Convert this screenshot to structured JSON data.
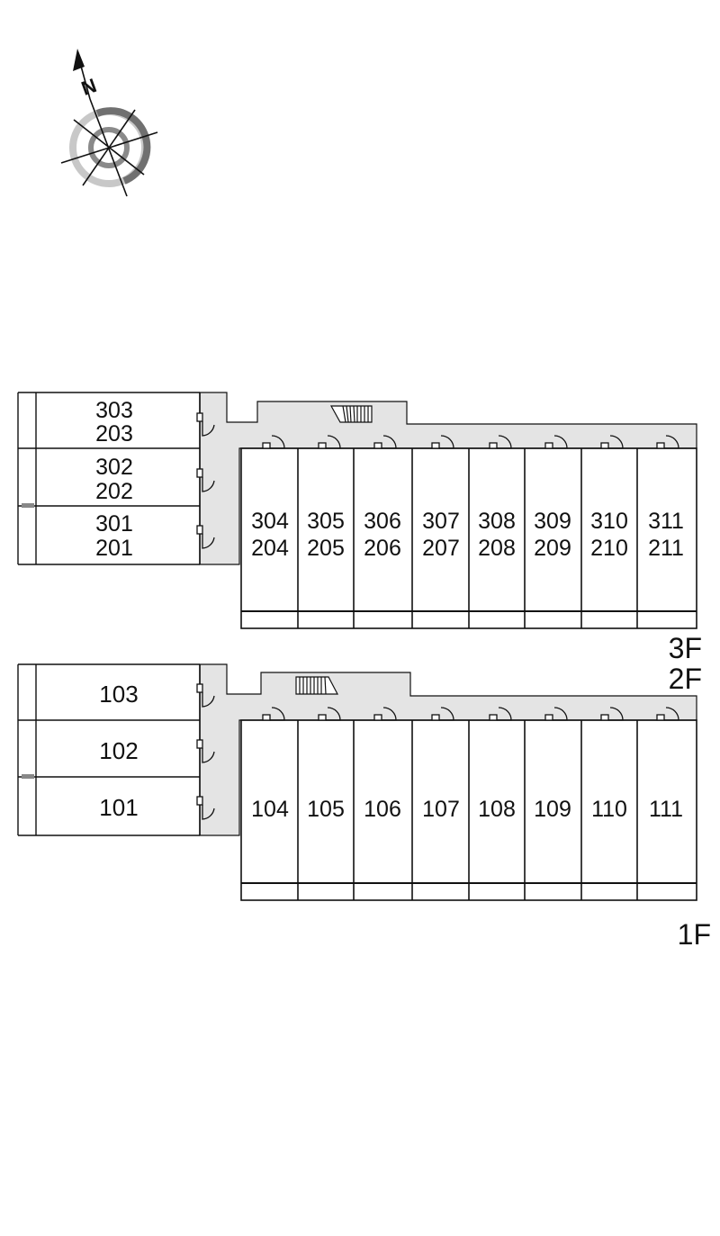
{
  "compass": {
    "north_letter": "N"
  },
  "upper_floors": {
    "floor_labels": [
      "3F",
      "2F"
    ],
    "left_units": [
      {
        "top": "303",
        "bottom": "203"
      },
      {
        "top": "302",
        "bottom": "202"
      },
      {
        "top": "301",
        "bottom": "201"
      }
    ],
    "right_units": [
      {
        "top": "304",
        "bottom": "204"
      },
      {
        "top": "305",
        "bottom": "205"
      },
      {
        "top": "306",
        "bottom": "206"
      },
      {
        "top": "307",
        "bottom": "207"
      },
      {
        "top": "308",
        "bottom": "208"
      },
      {
        "top": "309",
        "bottom": "209"
      },
      {
        "top": "310",
        "bottom": "210"
      },
      {
        "top": "311",
        "bottom": "211"
      }
    ]
  },
  "ground_floor": {
    "floor_label": "1F",
    "left_units": [
      "103",
      "102",
      "101"
    ],
    "right_units": [
      "104",
      "105",
      "106",
      "107",
      "108",
      "109",
      "110",
      "111"
    ]
  },
  "colors": {
    "corridor": "#e4e4e4",
    "line": "#111111",
    "ring_dark": "#707070",
    "ring_light": "#c8c8c8"
  }
}
